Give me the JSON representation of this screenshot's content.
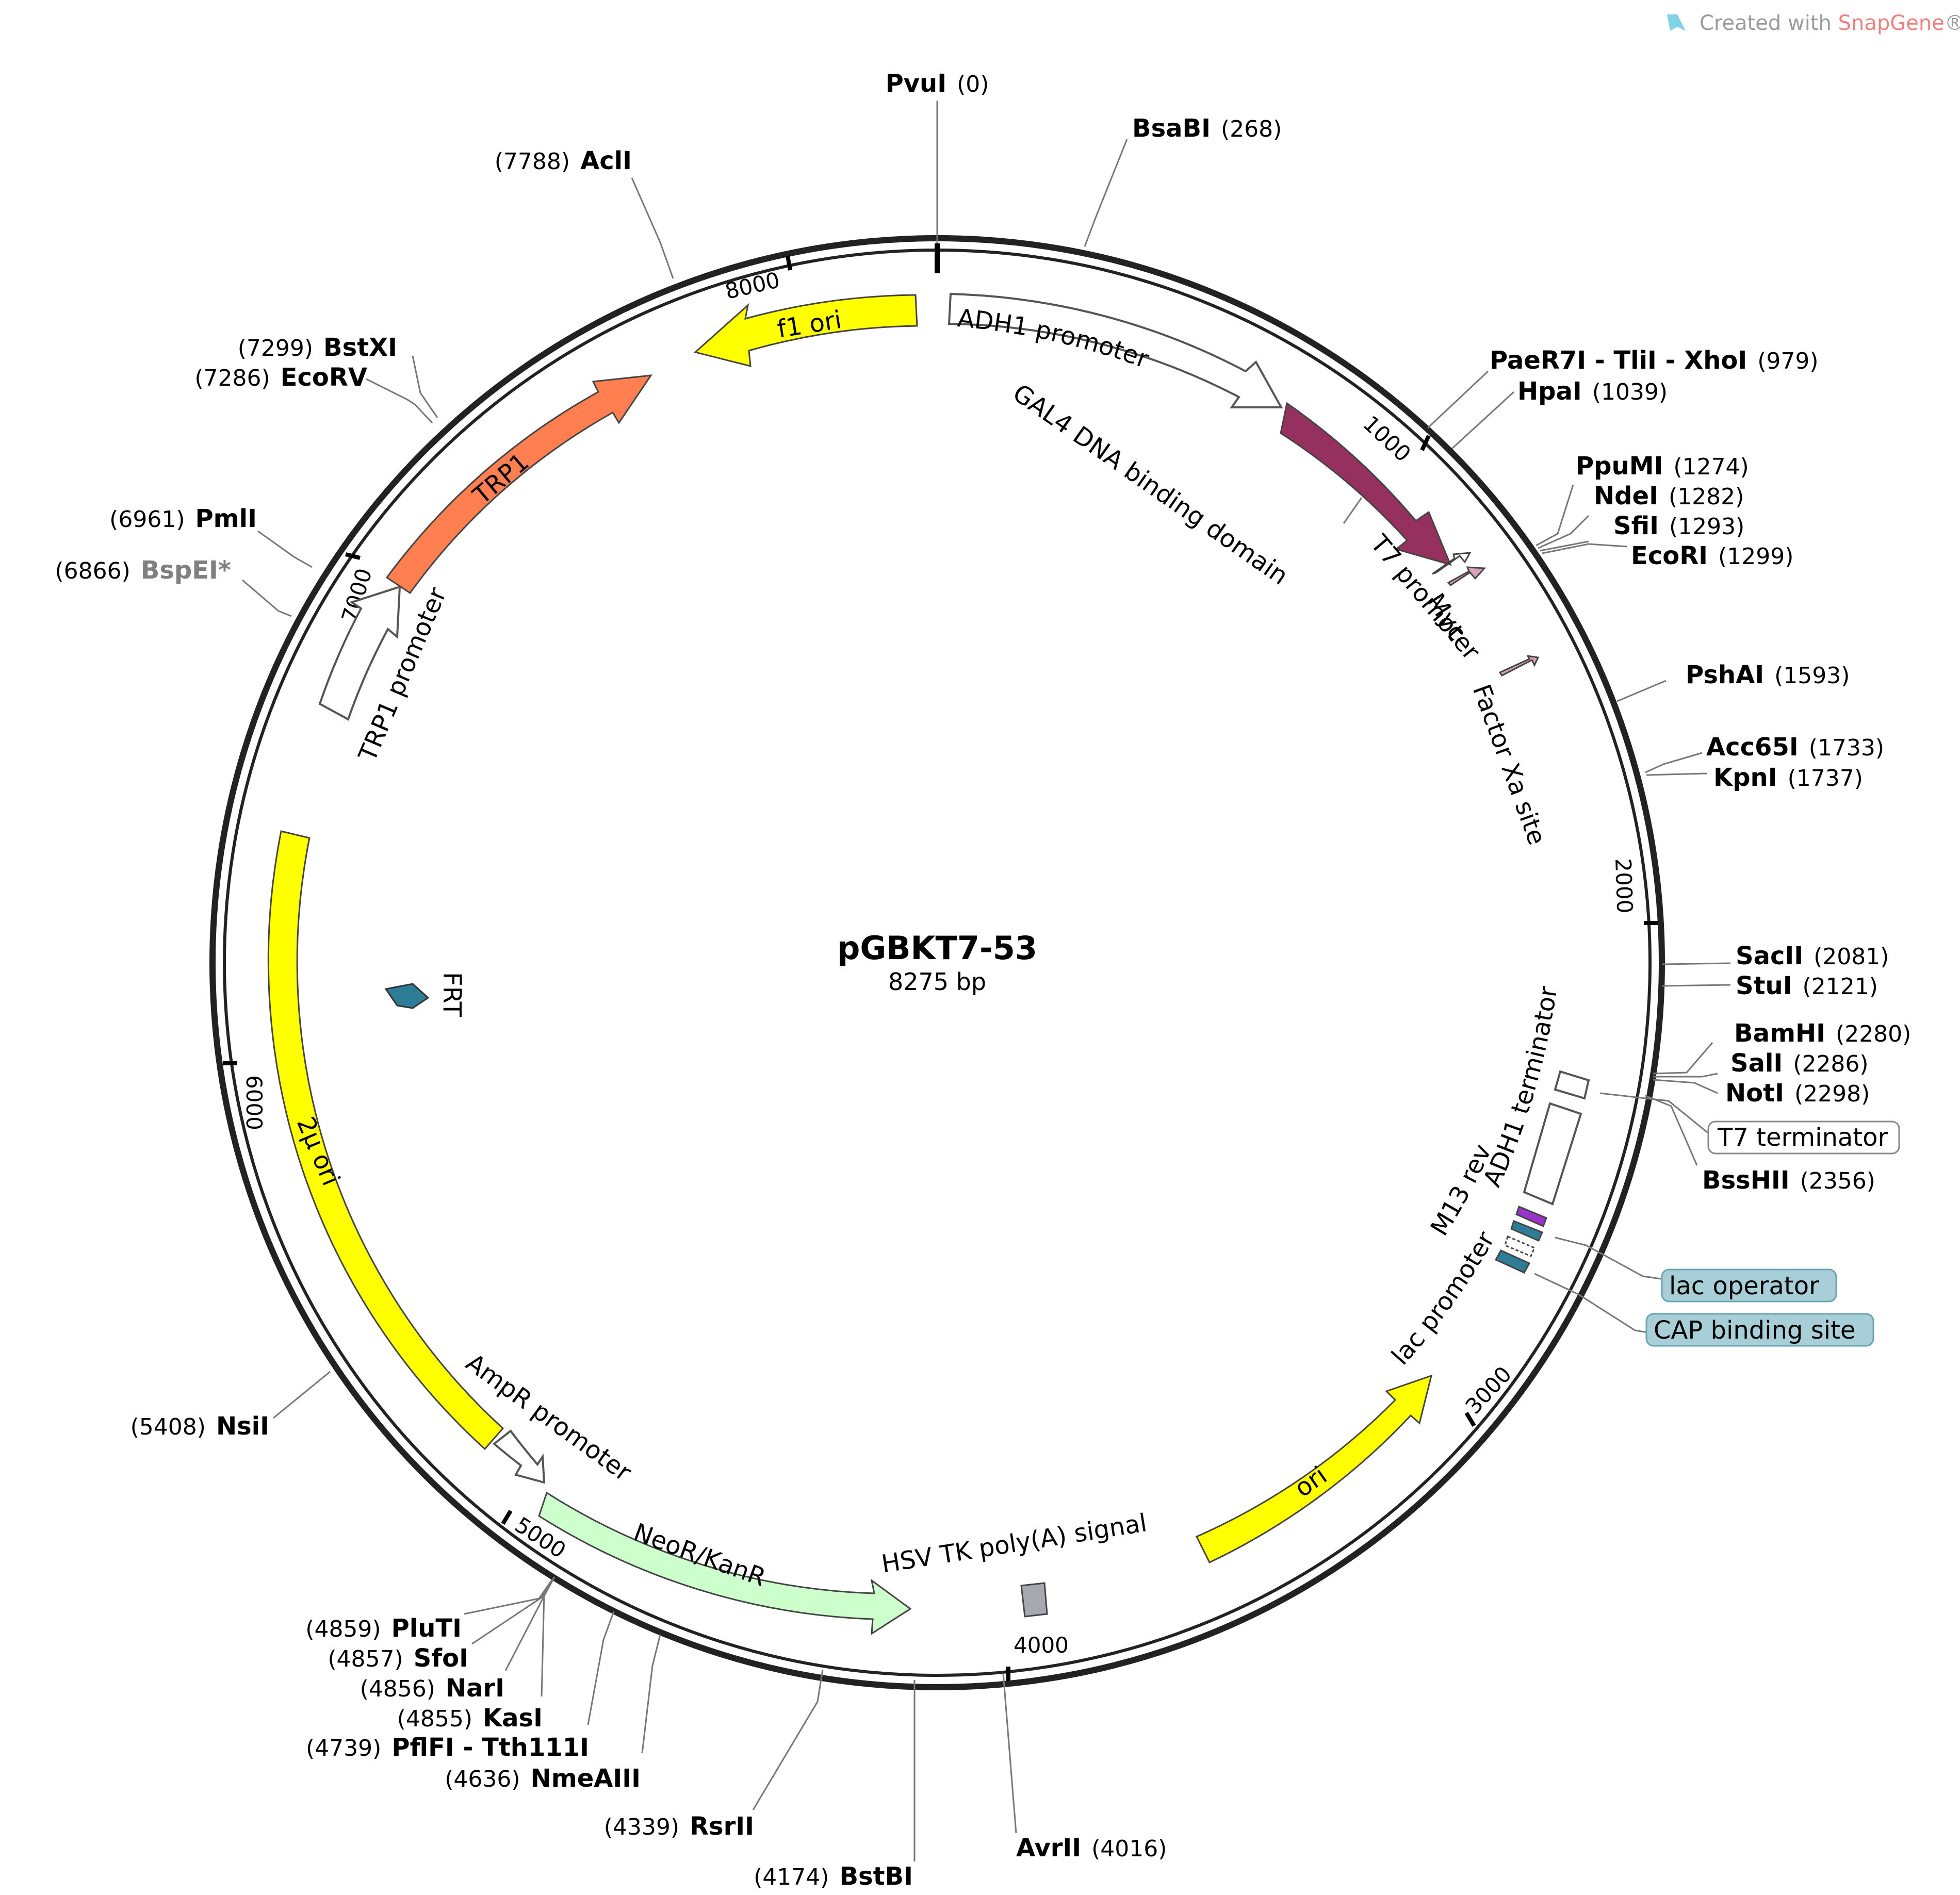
{
  "credit": {
    "prefix": "Created with ",
    "brand": "SnapGene",
    "suffix": "®"
  },
  "plasmid": {
    "name": "pGBKT7-53",
    "size_label": "8275 bp"
  },
  "ticks": [
    "1000",
    "2000",
    "3000",
    "4000",
    "5000",
    "6000",
    "7000",
    "8000"
  ],
  "sites": [
    {
      "name": "PvuI",
      "pos": "(0)",
      "side": "center"
    },
    {
      "name": "BsaBI",
      "pos": "(268)",
      "side": "right"
    },
    {
      "name": "PaeR7I - TliI - XhoI",
      "pos": "(979)",
      "side": "right"
    },
    {
      "name": "HpaI",
      "pos": "(1039)",
      "side": "right"
    },
    {
      "name": "PpuMI",
      "pos": "(1274)",
      "side": "right"
    },
    {
      "name": "NdeI",
      "pos": "(1282)",
      "side": "right"
    },
    {
      "name": "SfiI",
      "pos": "(1293)",
      "side": "right"
    },
    {
      "name": "EcoRI",
      "pos": "(1299)",
      "side": "right"
    },
    {
      "name": "PshAI",
      "pos": "(1593)",
      "side": "right"
    },
    {
      "name": "Acc65I",
      "pos": "(1733)",
      "side": "right"
    },
    {
      "name": "KpnI",
      "pos": "(1737)",
      "side": "right"
    },
    {
      "name": "SacII",
      "pos": "(2081)",
      "side": "right"
    },
    {
      "name": "StuI",
      "pos": "(2121)",
      "side": "right"
    },
    {
      "name": "BamHI",
      "pos": "(2280)",
      "side": "right"
    },
    {
      "name": "SalI",
      "pos": "(2286)",
      "side": "right"
    },
    {
      "name": "NotI",
      "pos": "(2298)",
      "side": "right"
    },
    {
      "name": "BssHII",
      "pos": "(2356)",
      "side": "right"
    },
    {
      "name": "AvrII",
      "pos": "(4016)",
      "side": "right"
    },
    {
      "name": "BstBI",
      "pos": "(4174)",
      "side": "left"
    },
    {
      "name": "RsrII",
      "pos": "(4339)",
      "side": "left"
    },
    {
      "name": "NmeAIII",
      "pos": "(4636)",
      "side": "left"
    },
    {
      "name": "PflFI - Tth111I",
      "pos": "(4739)",
      "side": "left"
    },
    {
      "name": "KasI",
      "pos": "(4855)",
      "side": "left"
    },
    {
      "name": "NarI",
      "pos": "(4856)",
      "side": "left"
    },
    {
      "name": "SfoI",
      "pos": "(4857)",
      "side": "left"
    },
    {
      "name": "PluTI",
      "pos": "(4859)",
      "side": "left"
    },
    {
      "name": "NsiI",
      "pos": "(5408)",
      "side": "left"
    },
    {
      "name": "BspEI*",
      "pos": "(6866)",
      "side": "left",
      "gray": true
    },
    {
      "name": "PmlI",
      "pos": "(6961)",
      "side": "left"
    },
    {
      "name": "EcoRV",
      "pos": "(7286)",
      "side": "left"
    },
    {
      "name": "BstXI",
      "pos": "(7299)",
      "side": "left"
    },
    {
      "name": "AclI",
      "pos": "(7788)",
      "side": "left"
    }
  ],
  "features": {
    "adh1_promoter": "ADH1 promoter",
    "gal4": "GAL4 DNA binding domain",
    "t7_promoter": "T7 promoter",
    "myc": "Myc",
    "factor_xa": "Factor Xa site",
    "adh1_terminator": "ADH1 terminator",
    "t7_terminator": "T7 terminator",
    "m13_rev": "M13 rev",
    "lac_promoter": "lac promoter",
    "lac_operator": "lac operator",
    "cap_site": "CAP binding site",
    "ori": "ori",
    "hsv_tk": "HSV TK poly(A) signal",
    "neo": "NeoR/KanR",
    "ampr_promoter": "AmpR promoter",
    "two_mu": "2μ ori",
    "frt": "FRT",
    "trp1_promoter": "TRP1 promoter",
    "trp1": "TRP1",
    "f1_ori": "f1 ori"
  },
  "colors": {
    "gal4": "#96305e",
    "trp1": "#ff7f50",
    "yellow": "#ffff00",
    "neo": "#ccffcc",
    "teal": "#2e7d96",
    "pink": "#d9a0b8",
    "purple": "#9933cc",
    "lightblue": "#a8cfd8",
    "gray": "#a8a8b0"
  }
}
